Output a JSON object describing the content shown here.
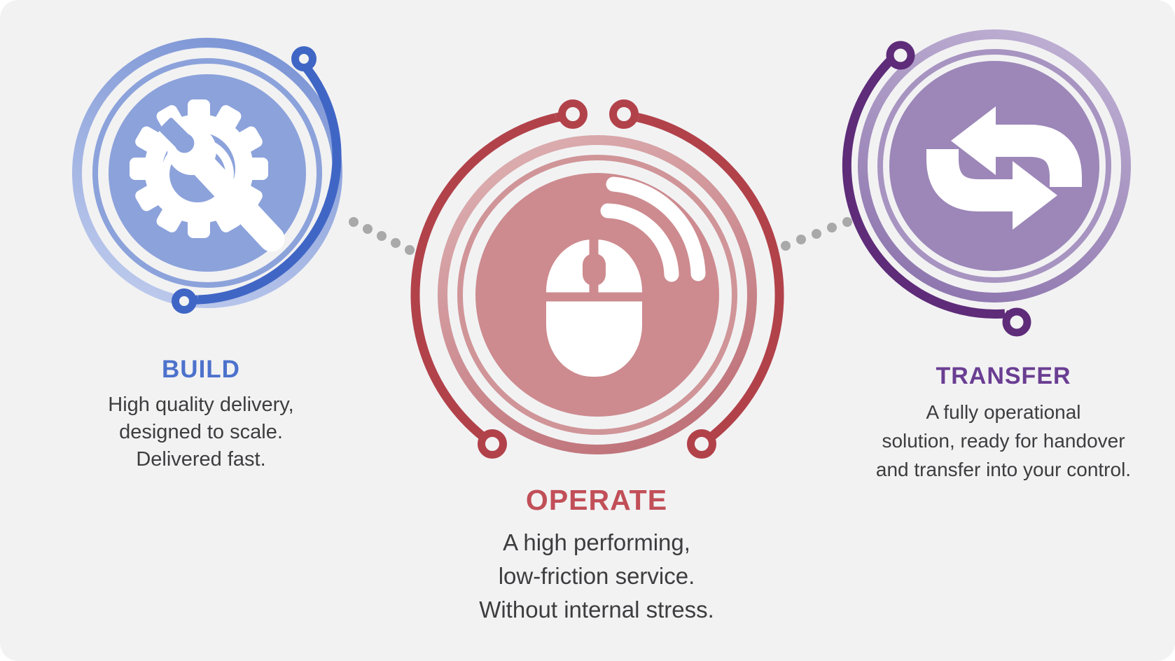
{
  "canvas": {
    "background_color": "#F2F2F3",
    "page_background": "#FFFFFF"
  },
  "stages": [
    {
      "id": "build",
      "label": "BUILD",
      "description": "High quality delivery,\ndesigned to scale.\nDelivered fast.",
      "icon": "gear-wrench-icon",
      "colors": {
        "accent": "#4066C5",
        "fill": "#8CA2DB",
        "heading": "#4D72CC"
      }
    },
    {
      "id": "operate",
      "label": "OPERATE",
      "description": "A high performing,\nlow-friction service.\nWithout internal stress.",
      "icon": "mouse-click-icon",
      "colors": {
        "accent": "#B2424A",
        "fill": "#CD8B8F",
        "heading": "#C14F58"
      }
    },
    {
      "id": "transfer",
      "label": "TRANSFER",
      "description": "A fully operational\nsolution, ready for handover\nand transfer into your control.",
      "icon": "transfer-arrows-icon",
      "colors": {
        "accent": "#5E2C79",
        "fill": "#9C87B8",
        "heading": "#6A3E92"
      }
    }
  ],
  "connectors": {
    "dot_color": "#A9A9A9",
    "left_dots": 5,
    "right_dots": 5
  },
  "body_text_color": "#3D3D3F"
}
